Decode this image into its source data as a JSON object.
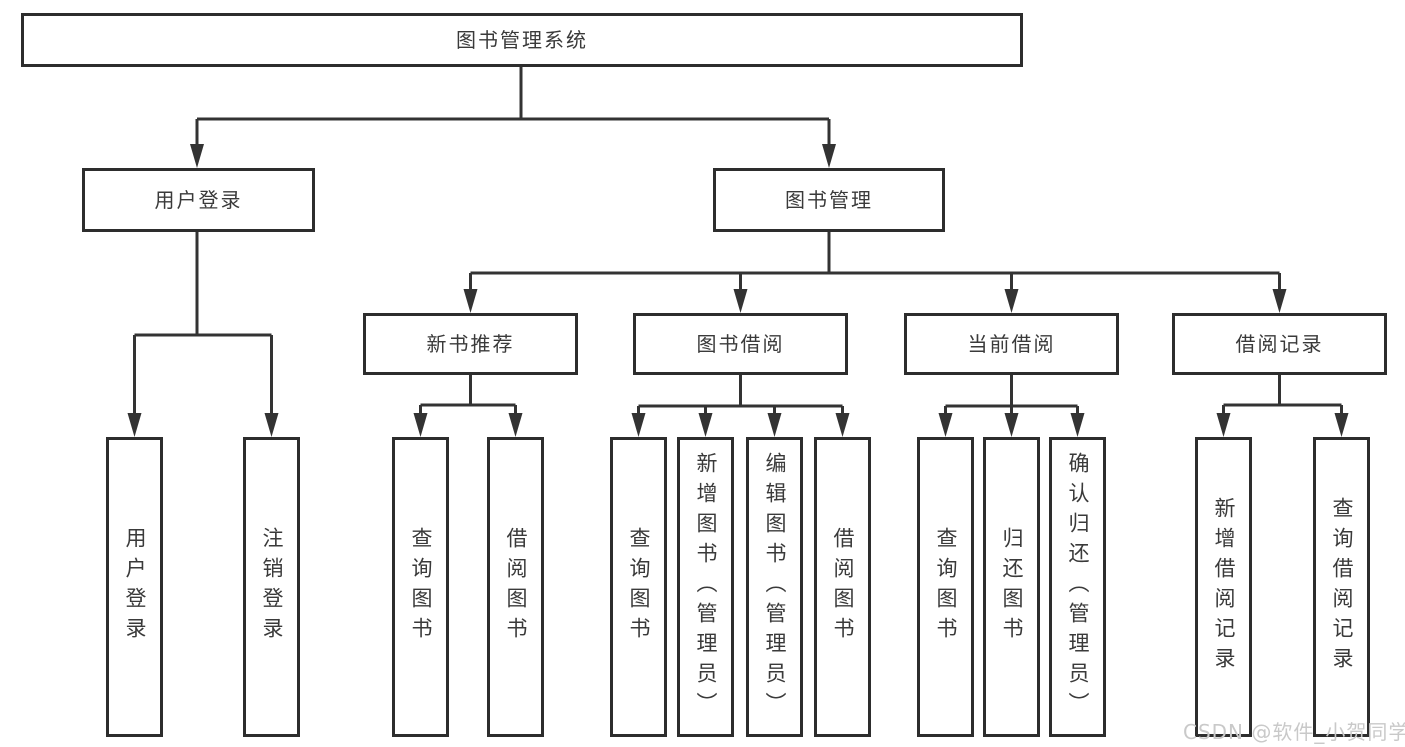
{
  "tree": {
    "root": "图书管理系统",
    "branches": [
      {
        "label": "用户登录",
        "children": [
          {
            "label": "用户登录"
          },
          {
            "label": "注销登录"
          }
        ]
      },
      {
        "label": "图书管理",
        "sections": [
          {
            "label": "新书推荐",
            "children": [
              {
                "label": "查询图书"
              },
              {
                "label": "借阅图书"
              }
            ]
          },
          {
            "label": "图书借阅",
            "children": [
              {
                "label": "查询图书"
              },
              {
                "label": "新增图书（管理员）"
              },
              {
                "label": "编辑图书（管理员）"
              },
              {
                "label": "借阅图书"
              }
            ]
          },
          {
            "label": "当前借阅",
            "children": [
              {
                "label": "查询图书"
              },
              {
                "label": "归还图书"
              },
              {
                "label": "确认归还（管理员）"
              }
            ]
          },
          {
            "label": "借阅记录",
            "children": [
              {
                "label": "新增借阅记录"
              },
              {
                "label": "查询借阅记录"
              }
            ]
          }
        ]
      }
    ]
  },
  "watermark": {
    "text": "CSDN @软件_小贺同学"
  },
  "colors": {
    "line": "#333333",
    "border": "#2d2d2d",
    "text": "#3a3a3a",
    "watermark": "#c9c9c9",
    "bg": "#ffffff"
  }
}
